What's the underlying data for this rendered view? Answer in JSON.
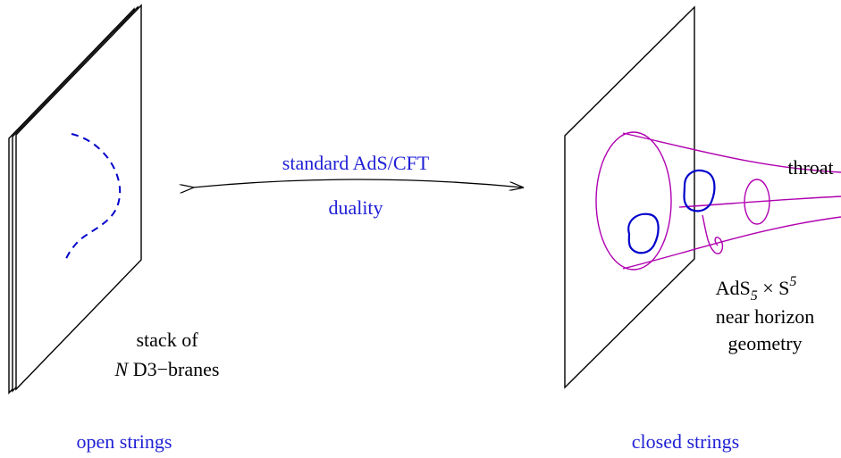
{
  "left_panel": {
    "stack_label_line1": "stack of",
    "stack_label_N": "N",
    "stack_label_rest": " D3−branes",
    "caption": "open strings"
  },
  "center": {
    "line1": "standard AdS/CFT",
    "line2": "duality"
  },
  "right_panel": {
    "throat_label": "throat",
    "ads_base": "AdS",
    "ads_sub": "5",
    "times": " × S",
    "s_sup": "5",
    "near_horizon_1": "near horizon",
    "near_horizon_2": "geometry",
    "caption": "closed strings"
  },
  "colors": {
    "blue_text": "#1f1fd6",
    "string_blue": "#0000cc",
    "throat_magenta": "#b000b0",
    "line_black": "#000000"
  }
}
